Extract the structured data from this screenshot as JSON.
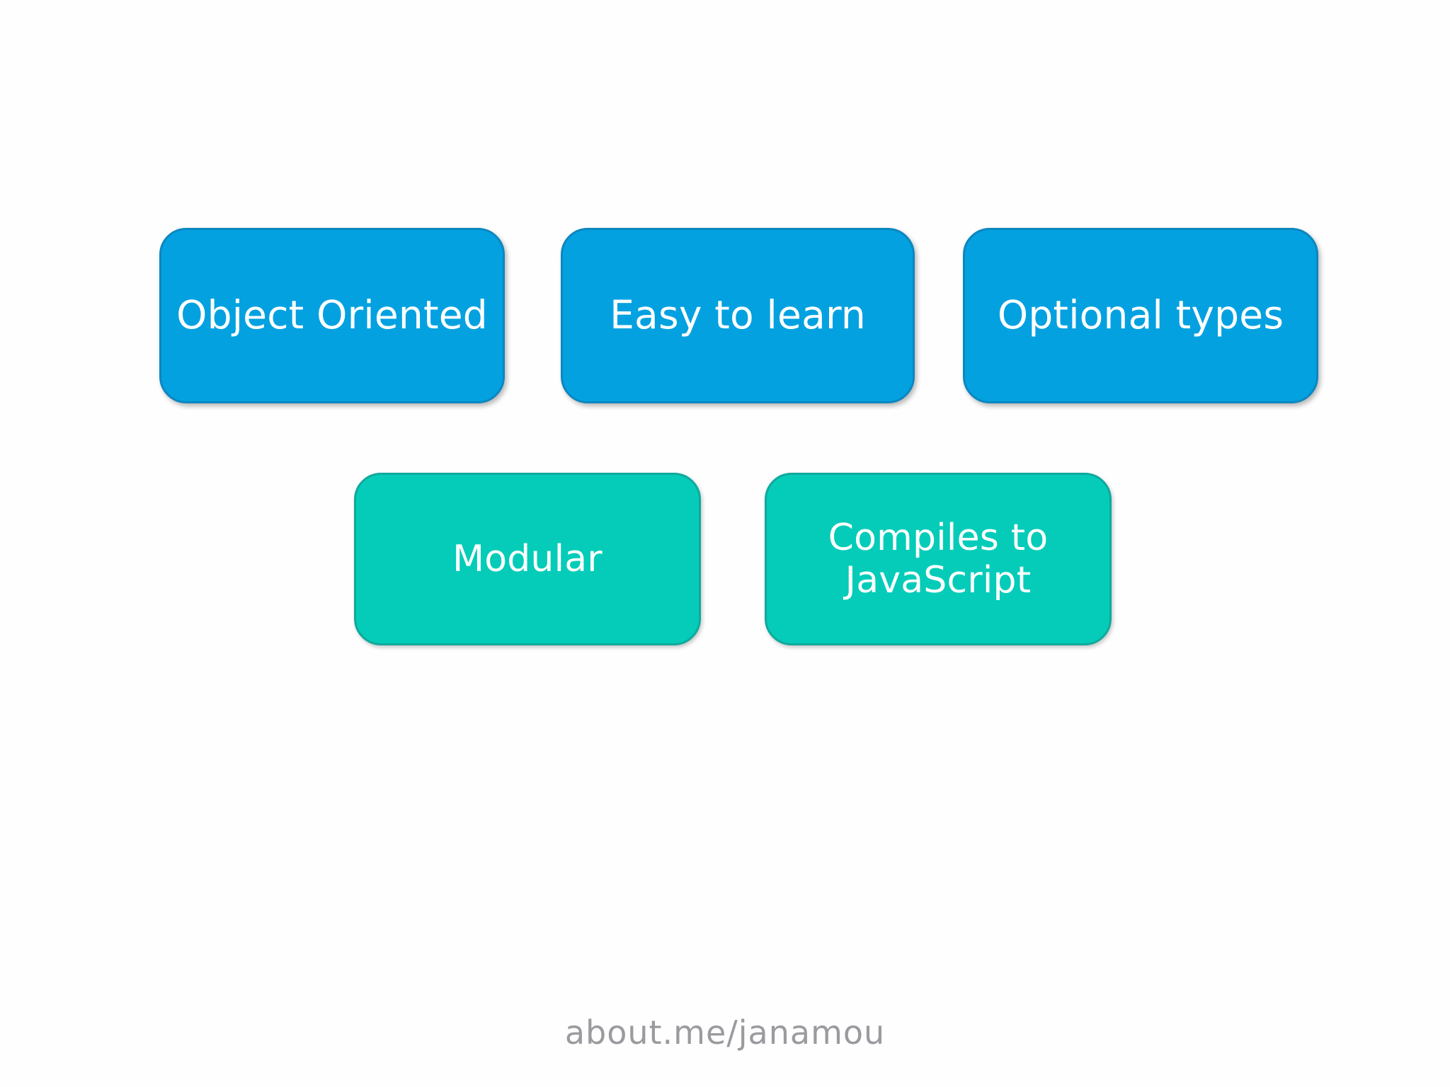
{
  "slide": {
    "background_color": "#fefefe",
    "rows": [
      {
        "name": "features-blue",
        "accent_color": "#03a1e0",
        "border_color": "#0c87c0",
        "text_color": "#ffffff",
        "cards": [
          {
            "label": "Object Oriented"
          },
          {
            "label": "Easy to learn"
          },
          {
            "label": "Optional types"
          }
        ]
      },
      {
        "name": "features-green",
        "accent_color": "#04ccb8",
        "border_color": "#10a99d",
        "text_color": "#ffffff",
        "cards": [
          {
            "label": "Modular"
          },
          {
            "label": "Compiles to\nJavaScript"
          }
        ]
      }
    ]
  },
  "footer": {
    "text": "about.me/janamou",
    "color": "#9a9a9f"
  }
}
